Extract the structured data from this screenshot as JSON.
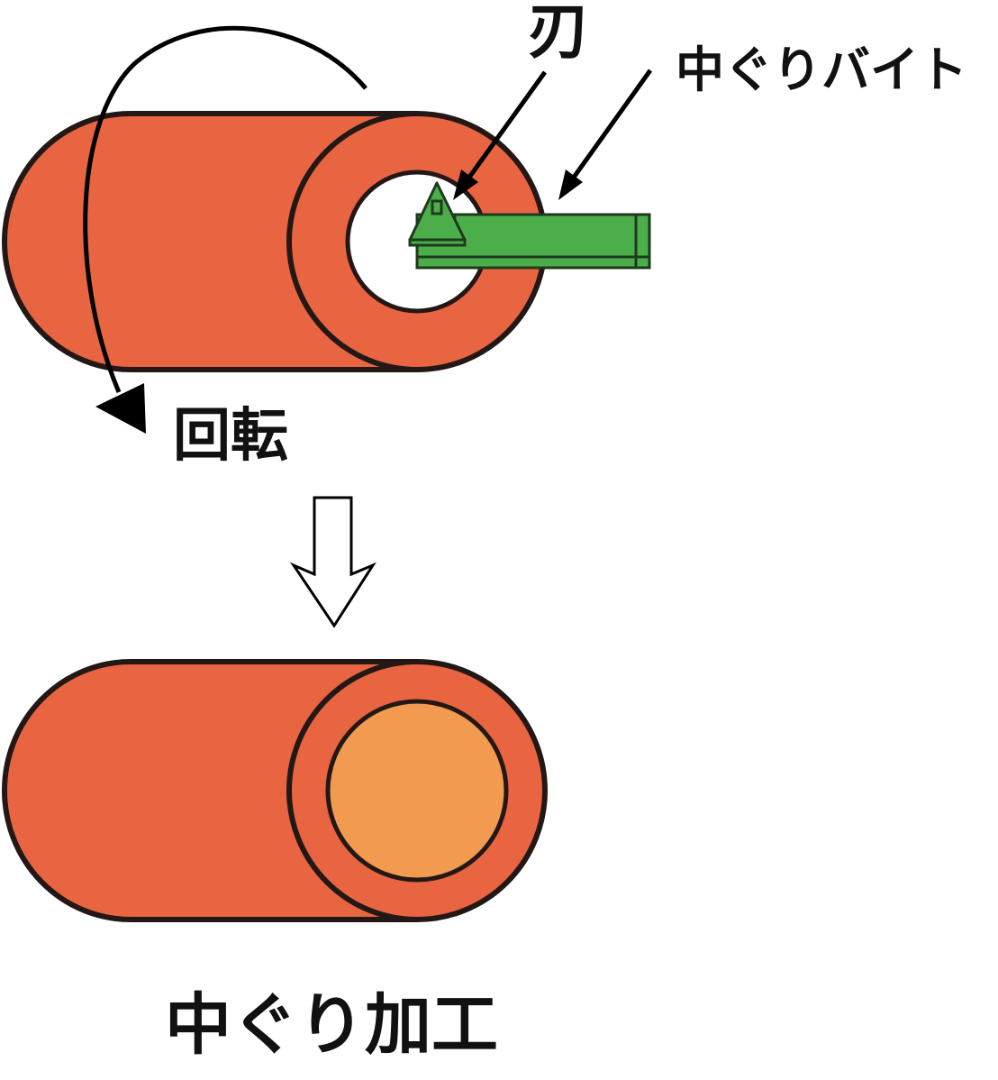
{
  "labels": {
    "blade": "刃",
    "boring_tool": "中ぐりバイト",
    "rotation": "回転",
    "title": "中ぐり加工"
  },
  "colors": {
    "workpiece": "#E96542",
    "machined_bore": "#F29B50",
    "tool": "#4BAE4A",
    "outline": "#231815",
    "background": "#FFFFFF"
  }
}
